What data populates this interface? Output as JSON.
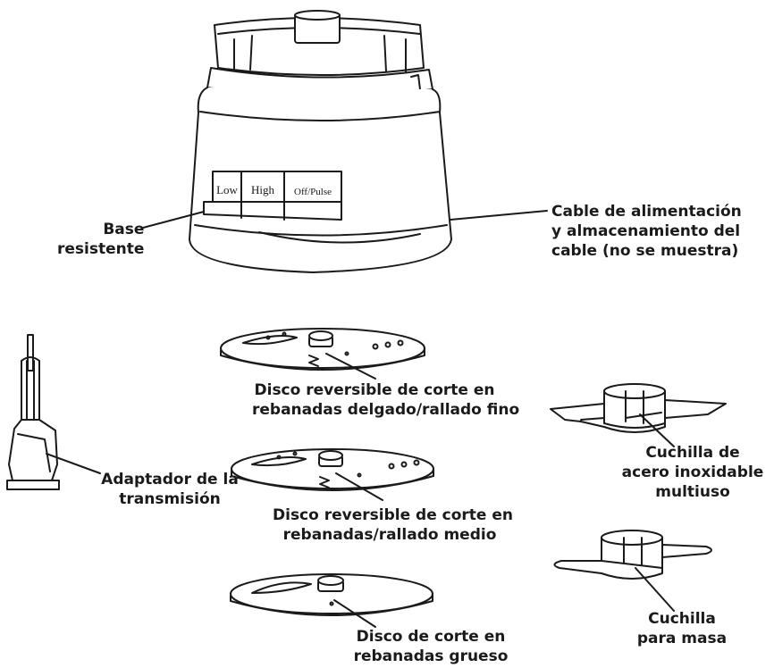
{
  "labels": {
    "base": [
      "Base",
      "resistente"
    ],
    "cable": [
      "Cable de alimentación",
      "y almacenamiento del",
      "cable (no se muestra)"
    ],
    "disc_thin": [
      "Disco reversible de corte en",
      "rebanadas delgado/rallado fino"
    ],
    "disc_medium": [
      "Disco reversible de corte en",
      "rebanadas/rallado medio"
    ],
    "disc_thick": [
      "Disco de corte en",
      "rebanadas grueso"
    ],
    "adapter": [
      "Adaptador de la",
      "transmisión"
    ],
    "blade_multi": [
      "Cuchilla de",
      "acero inoxidable",
      "multiuso"
    ],
    "blade_dough": [
      "Cuchilla",
      "para masa"
    ]
  },
  "buttons": {
    "low": "Low",
    "high": "High",
    "off_pulse": "Off/Pulse"
  }
}
